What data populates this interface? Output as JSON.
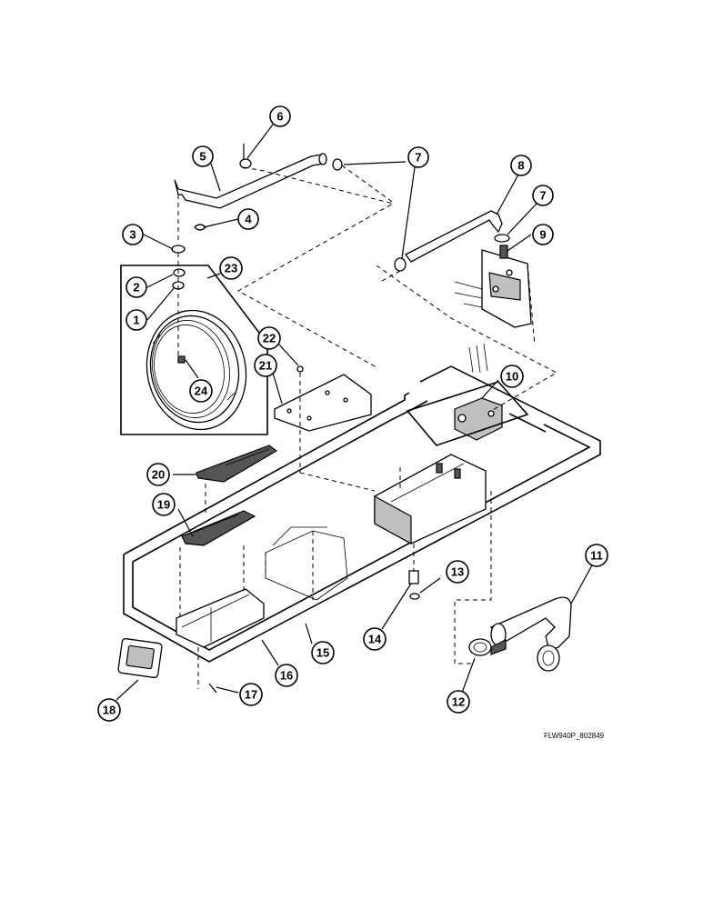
{
  "figure": {
    "reference_code": "FLW940P_802849",
    "callouts": [
      "1",
      "2",
      "3",
      "4",
      "5",
      "6",
      "7",
      "7",
      "8",
      "9",
      "10",
      "11",
      "12",
      "13",
      "14",
      "15",
      "16",
      "17",
      "18",
      "19",
      "20",
      "21",
      "22",
      "23",
      "24"
    ]
  }
}
